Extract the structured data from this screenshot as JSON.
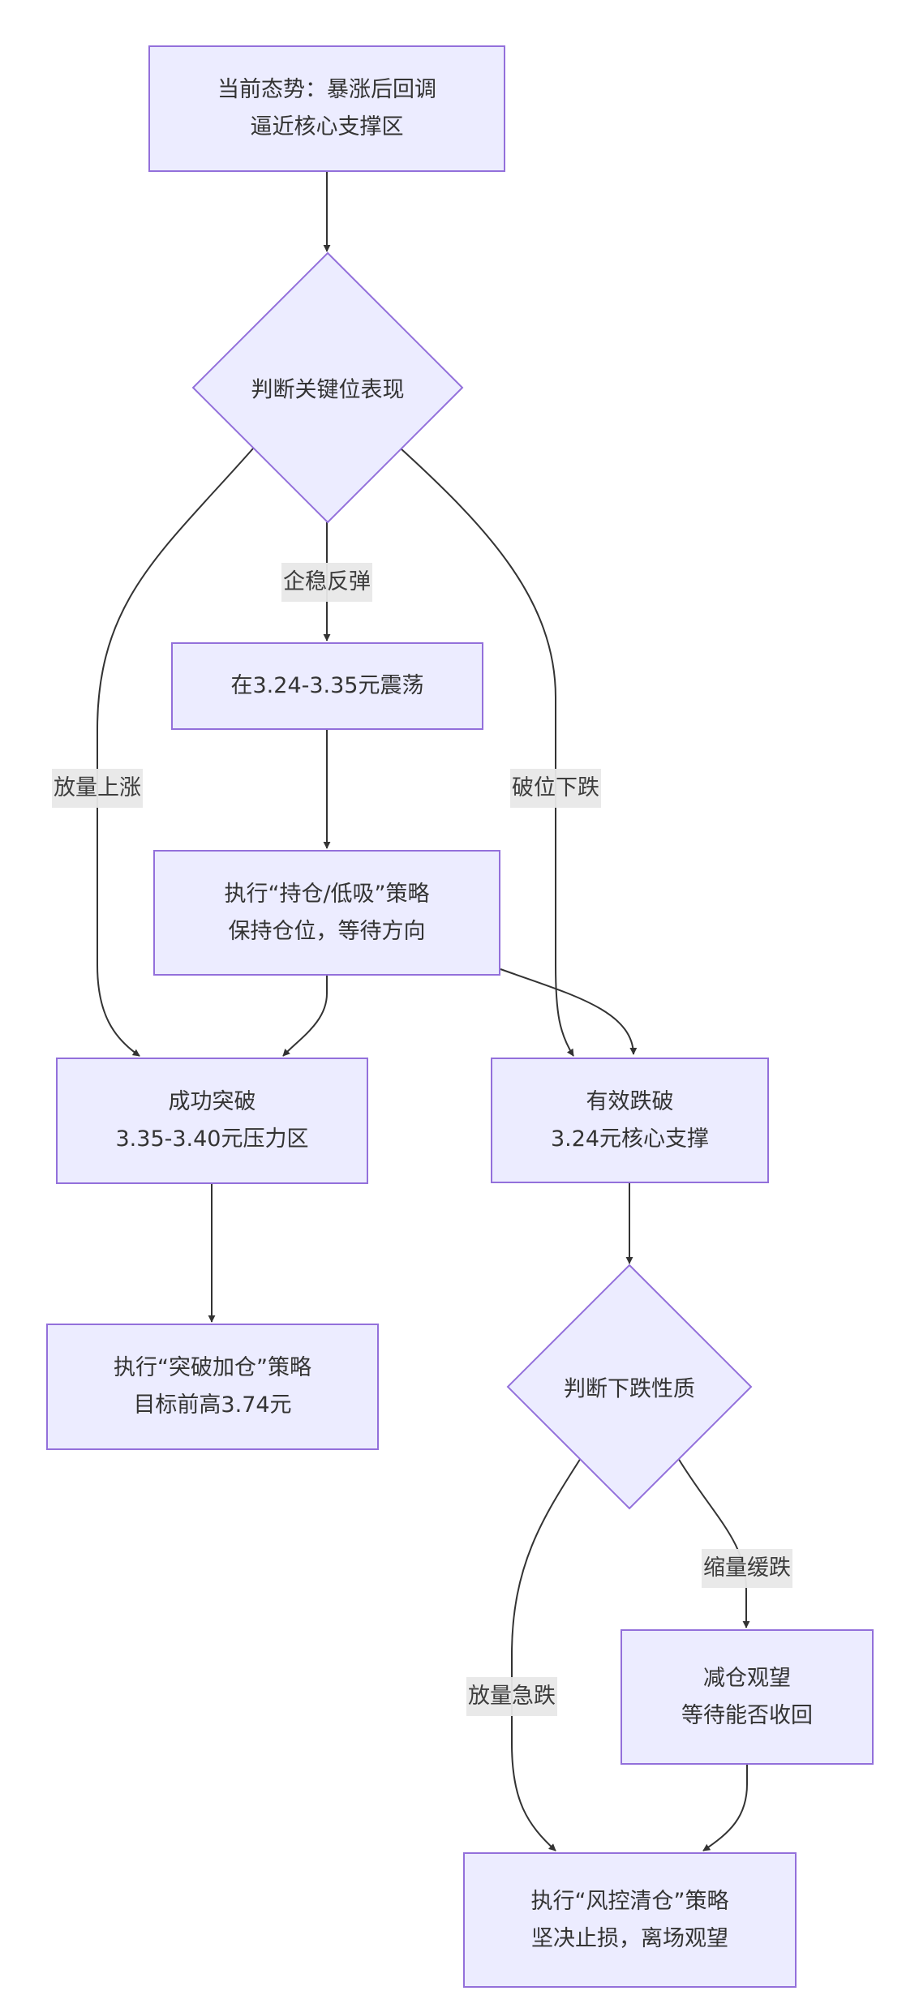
{
  "diagram": {
    "type": "flowchart",
    "colors": {
      "node_fill": "#ececff",
      "node_stroke": "#9370db",
      "edge": "#333333",
      "label_bg": "#e8e8e8",
      "text": "#333333"
    },
    "nodes": {
      "current": {
        "lines": [
          "当前态势：暴涨后回调",
          "逼近核心支撑区"
        ]
      },
      "judge_key": {
        "text": "判断关键位表现"
      },
      "range": {
        "lines": [
          "在3.24-3.35元震荡"
        ]
      },
      "hold": {
        "lines": [
          "执行“持仓/低吸”策略",
          "保持仓位，等待方向"
        ]
      },
      "breakout": {
        "lines": [
          "成功突破",
          "3.35-3.40元压力区"
        ]
      },
      "breakdown": {
        "lines": [
          "有效跌破",
          "3.24元核心支撑"
        ]
      },
      "add": {
        "lines": [
          "执行“突破加仓”策略",
          "目标前高3.74元"
        ]
      },
      "judge_drop": {
        "text": "判断下跌性质"
      },
      "reduce": {
        "lines": [
          "减仓观望",
          "等待能否收回"
        ]
      },
      "clear": {
        "lines": [
          "执行“风控清仓”策略",
          "坚决止损，离场观望"
        ]
      }
    },
    "edge_labels": {
      "stabilize": "企稳反弹",
      "volume_up": "放量上涨",
      "break_down": "破位下跌",
      "slow_drop": "缩量缓跌",
      "sharp_drop": "放量急跌"
    },
    "edges": [
      {
        "from": "current",
        "to": "judge_key"
      },
      {
        "from": "judge_key",
        "to": "range",
        "label": "企稳反弹"
      },
      {
        "from": "judge_key",
        "to": "breakout",
        "label": "放量上涨"
      },
      {
        "from": "judge_key",
        "to": "breakdown",
        "label": "破位下跌"
      },
      {
        "from": "range",
        "to": "hold"
      },
      {
        "from": "hold",
        "to": "breakout"
      },
      {
        "from": "hold",
        "to": "breakdown"
      },
      {
        "from": "breakout",
        "to": "add"
      },
      {
        "from": "breakdown",
        "to": "judge_drop"
      },
      {
        "from": "judge_drop",
        "to": "reduce",
        "label": "缩量缓跌"
      },
      {
        "from": "judge_drop",
        "to": "clear",
        "label": "放量急跌"
      },
      {
        "from": "reduce",
        "to": "clear"
      }
    ]
  }
}
